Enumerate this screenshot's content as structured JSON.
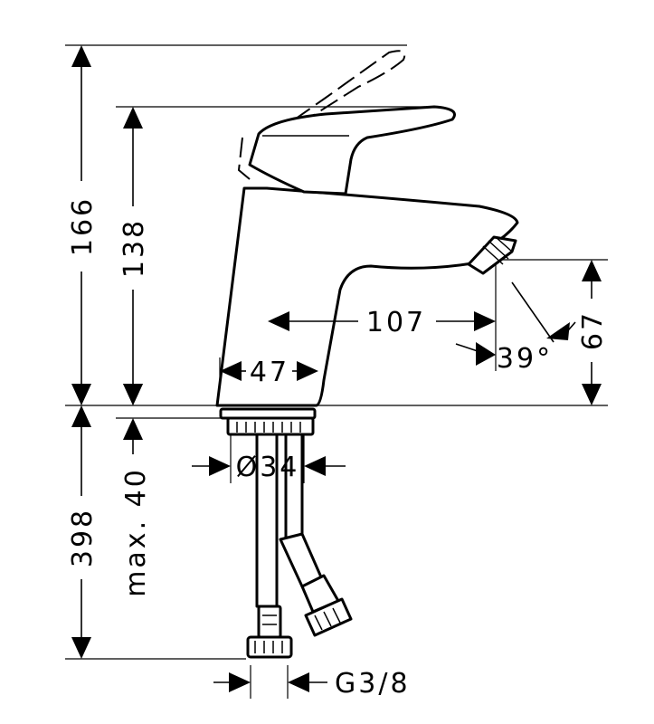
{
  "dimensions": {
    "total_height": "166",
    "spout_height": "138",
    "below_counter": "398",
    "max_thickness": "max. 40",
    "spout_reach": "107",
    "base_width": "47",
    "spout_clearance": "67",
    "bore_diameter": "Ø34",
    "connection": "G3/8",
    "spout_angle": "39°"
  }
}
